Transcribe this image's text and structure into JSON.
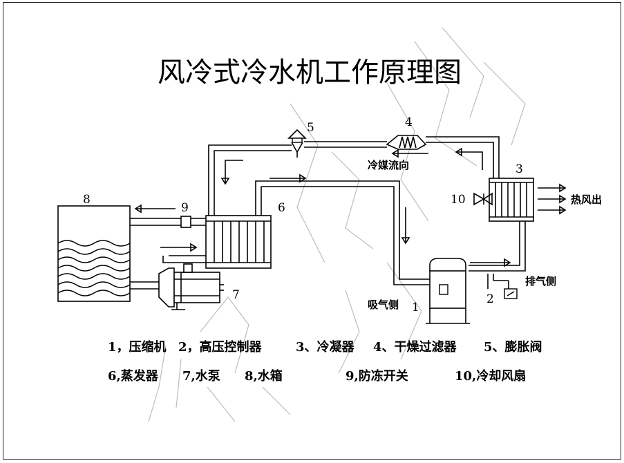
{
  "title": "风冷式冷水机工作原理图",
  "numbers": {
    "n1": "1",
    "n2": "2",
    "n3": "3",
    "n4": "4",
    "n5": "5",
    "n6": "6",
    "n7": "7",
    "n8": "8",
    "n9": "9",
    "n10": "10"
  },
  "labels": {
    "refrigerant_flow": "冷媒流向",
    "hot_air_out": "热风出",
    "discharge_side": "排气侧",
    "suction_side": "吸气侧"
  },
  "legend": [
    [
      "1，压缩机",
      "2，高压控制器",
      "3、冷凝器",
      "4、干燥过滤器",
      "5、膨胀阀"
    ],
    [
      "6,蒸发器",
      "7,水泵",
      "8,水箱",
      "9,防冻开关",
      "10,冷却风扇"
    ]
  ]
}
